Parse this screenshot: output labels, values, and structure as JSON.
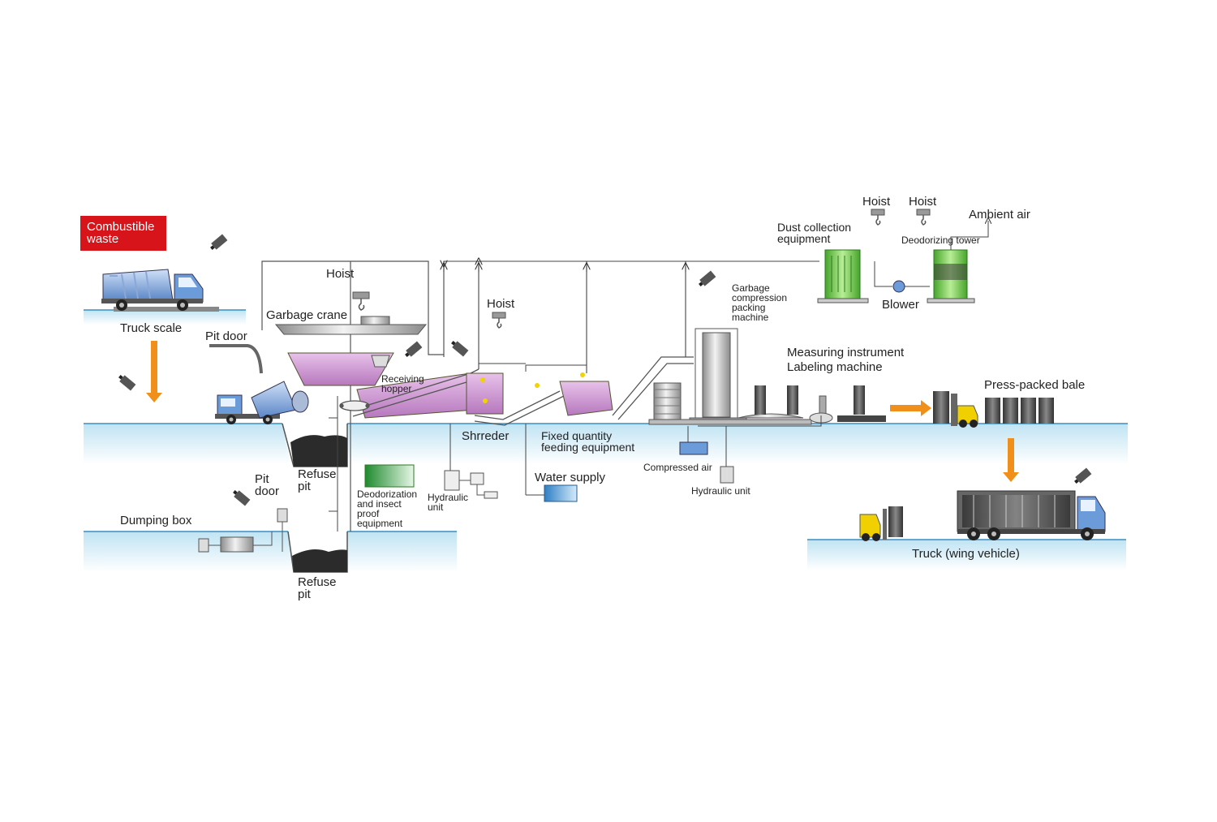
{
  "colors": {
    "ground": "#d6edf7",
    "waste_badge": "#d7141a",
    "arrow": "#f0901a",
    "machine_purple": "#d9a8dc",
    "tank_green": "#7ccf52",
    "water_blue": "#4aa2d6",
    "truck_blue": "#6b9bd8"
  },
  "icons": [
    "truck-icon",
    "camera-icon",
    "hoist-hook-icon",
    "forklift-icon",
    "blower-icon",
    "bale-icon"
  ],
  "labels": {
    "combustible_waste": [
      "Combustible",
      "waste"
    ],
    "truck_scale": "Truck scale",
    "pit_door_top": "Pit door",
    "hoist_crane": "Hoist",
    "garbage_crane": "Garbage crane",
    "receiving_hopper": [
      "Receiving",
      "hopper"
    ],
    "hoist_shredder": "Hoist",
    "shredder": "Shrreder",
    "fixed_quantity": [
      "Fixed quantity",
      "feeding equipment"
    ],
    "refuse_pit_top": [
      "Refuse",
      "pit"
    ],
    "pit_door_bottom": [
      "Pit",
      "door"
    ],
    "deodorization": [
      "Deodorization",
      "and insect",
      "proof",
      "equipment"
    ],
    "hydraulic_unit_left": [
      "Hydraulic",
      "unit"
    ],
    "water_supply": "Water supply",
    "dumping_box": "Dumping box",
    "refuse_pit_bottom": [
      "Refuse",
      "pit"
    ],
    "garbage_compression": [
      "Garbage",
      "compression",
      "packing",
      "machine"
    ],
    "compressed_air": "Compressed air",
    "hydraulic_unit_right": "Hydraulic unit",
    "dust_collection": [
      "Dust collection",
      "equipment"
    ],
    "hoist_1": "Hoist",
    "hoist_2": "Hoist",
    "ambient_air": "Ambient air",
    "deodorizing_tower": "Deodorizing tower",
    "blower": "Blower",
    "measuring": [
      "Measuring instrument",
      "Labeling machine"
    ],
    "press_packed_bale": "Press-packed bale",
    "truck_wing": "Truck (wing vehicle)"
  }
}
